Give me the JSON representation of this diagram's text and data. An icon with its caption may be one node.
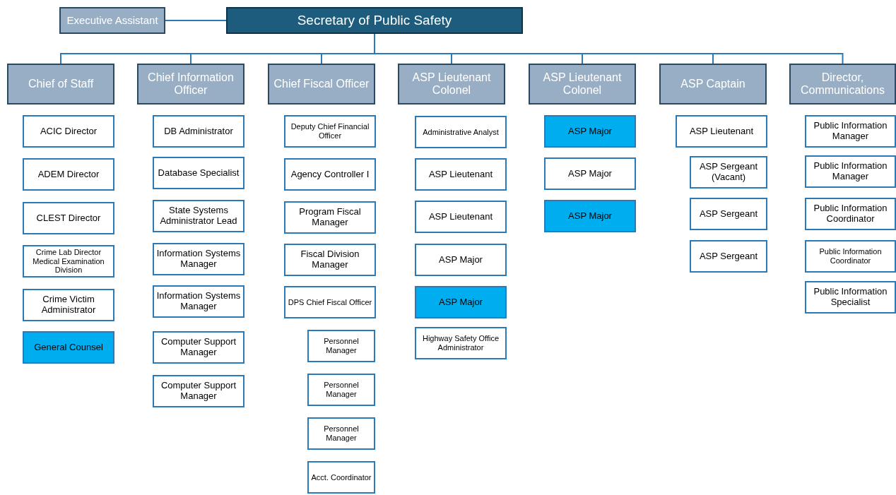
{
  "diagram": {
    "nodes": [
      {
        "text": [
          "Executive Assistant"
        ]
      },
      {
        "text": [
          "Secretary of Public Safety"
        ]
      },
      {
        "text": [
          "Chief of Staff"
        ]
      },
      {
        "text": [
          "Chief Information Officer"
        ]
      },
      {
        "text": [
          "Chief Fiscal Officer"
        ]
      },
      {
        "text": [
          "ASP Lieutenant Colonel"
        ]
      },
      {
        "text": [
          "ASP Lieutenant Colonel"
        ]
      },
      {
        "text": [
          "ASP Captain"
        ]
      },
      {
        "text": [
          "Director, Communications"
        ]
      },
      {
        "text": [
          "ACIC Director"
        ]
      },
      {
        "text": [
          "ADEM Director"
        ]
      },
      {
        "text": [
          "CLEST Director"
        ]
      },
      {
        "text": [
          "Crime Lab Director Medical Examination Division"
        ]
      },
      {
        "text": [
          "Crime Victim Administrator"
        ]
      },
      {
        "text": [
          "General Counsel"
        ]
      },
      {
        "text": [
          "DB Administrator"
        ]
      },
      {
        "text": [
          "Database Specialist"
        ]
      },
      {
        "text": [
          "State Systems Administrator Lead"
        ]
      },
      {
        "text": [
          "Information Systems Manager"
        ]
      },
      {
        "text": [
          "Information Systems Manager"
        ]
      },
      {
        "text": [
          "Computer Support Manager"
        ]
      },
      {
        "text": [
          "Computer Support Manager"
        ]
      },
      {
        "text": [
          "Deputy Chief Financial Officer"
        ]
      },
      {
        "text": [
          "Agency Controller I"
        ]
      },
      {
        "text": [
          "Program Fiscal Manager"
        ]
      },
      {
        "text": [
          "Fiscal Division Manager"
        ]
      },
      {
        "text": [
          "DPS Chief Fiscal Officer"
        ]
      },
      {
        "text": [
          "Personnel Manager"
        ]
      },
      {
        "text": [
          "Personnel Manager"
        ]
      },
      {
        "text": [
          "Personnel Manager"
        ]
      },
      {
        "text": [
          "Acct. Coordinator"
        ]
      },
      {
        "text": [
          "Administrative Analyst"
        ]
      },
      {
        "text": [
          "ASP Lieutenant"
        ]
      },
      {
        "text": [
          "ASP Lieutenant"
        ]
      },
      {
        "text": [
          "ASP Major"
        ]
      },
      {
        "text": [
          "ASP Major"
        ]
      },
      {
        "text": [
          "Highway Safety Office Administrator"
        ]
      },
      {
        "text": [
          "ASP Major"
        ]
      },
      {
        "text": [
          "ASP Major"
        ]
      },
      {
        "text": [
          "ASP Major"
        ]
      },
      {
        "text": [
          "ASP Lieutenant"
        ]
      },
      {
        "text": [
          "ASP Sergeant (Vacant)"
        ]
      },
      {
        "text": [
          "ASP Sergeant"
        ]
      },
      {
        "text": [
          "ASP Sergeant"
        ]
      },
      {
        "text": [
          "Public Information Manager"
        ]
      },
      {
        "text": [
          "Public Information Manager"
        ]
      },
      {
        "text": [
          "Public Information Coordinator"
        ]
      },
      {
        "text": [
          "Public Information Coordinator"
        ]
      },
      {
        "text": [
          "Public Information Specialist"
        ]
      }
    ],
    "edges": [
      {
        "from": 0,
        "to": 1,
        "arrow": "none"
      },
      {
        "from": 1,
        "to": 2,
        "arrow": "none"
      },
      {
        "from": 1,
        "to": 3,
        "arrow": "none"
      },
      {
        "from": 1,
        "to": 4,
        "arrow": "none"
      },
      {
        "from": 1,
        "to": 5,
        "arrow": "none"
      },
      {
        "from": 1,
        "to": 6,
        "arrow": "none"
      },
      {
        "from": 1,
        "to": 7,
        "arrow": "none"
      },
      {
        "from": 1,
        "to": 8,
        "arrow": "none"
      }
    ]
  }
}
